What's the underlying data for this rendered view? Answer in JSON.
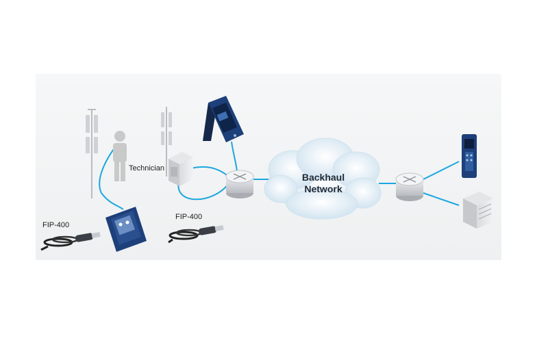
{
  "labels": {
    "technician": "Technician",
    "probe_left": "FIP-400",
    "probe_middle": "FIP-400",
    "cloud_line1": "Backhaul",
    "cloud_line2": "Network"
  },
  "colors": {
    "fiber": "#1aa7e0",
    "device_blue": "#1d3f7a",
    "router": "#c9ccd0"
  }
}
